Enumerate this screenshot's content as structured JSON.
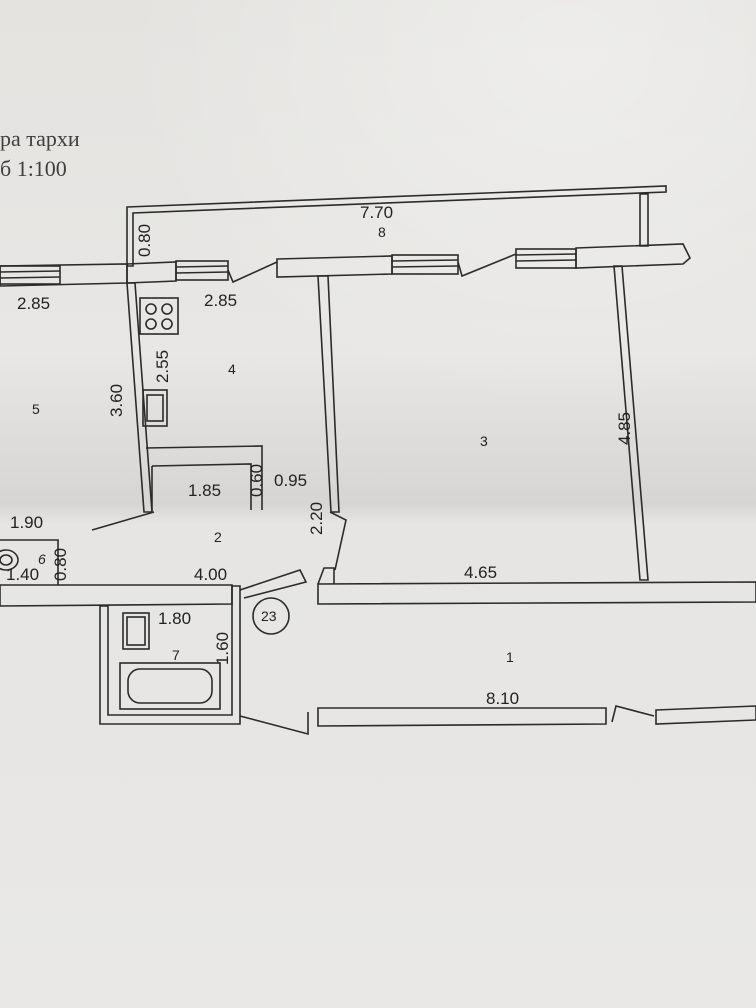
{
  "title": {
    "line1": "ра тархи",
    "line2": "б 1:100"
  },
  "dimensions": {
    "d_7_70": "7.70",
    "d_0_80_top": "0.80",
    "d_2_85_left": "2.85",
    "d_2_85_kitchen": "2.85",
    "d_2_55": "2.55",
    "d_3_60": "3.60",
    "d_1_85": "1.85",
    "d_0_60": "0.60",
    "d_0_95": "0.95",
    "d_4_85": "4.85",
    "d_1_90": "1.90",
    "d_2_20": "2.20",
    "d_1_40": "1.40",
    "d_0_80_wc": "0.80",
    "d_4_00": "4.00",
    "d_4_65": "4.65",
    "d_1_80": "1.80",
    "d_1_60": "1.60",
    "d_8_10": "8.10"
  },
  "rooms": {
    "r1": "1",
    "r2": "2",
    "r3": "3",
    "r4": "4",
    "r5": "5",
    "r6": "6",
    "r7": "7",
    "r8": "8"
  },
  "markers": {
    "circle_23": "23"
  },
  "colors": {
    "paper": "#e6e5e3",
    "line": "#2b2b2b"
  }
}
